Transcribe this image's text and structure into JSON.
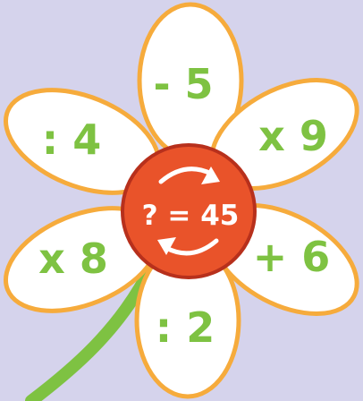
{
  "puzzle": {
    "center_label": "? = 45",
    "petals": [
      {
        "id": "top",
        "label": "- 5"
      },
      {
        "id": "upper-right",
        "label": "x 9"
      },
      {
        "id": "lower-right",
        "label": "+ 6"
      },
      {
        "id": "bottom",
        "label": ": 2"
      },
      {
        "id": "lower-left",
        "label": "x 8"
      },
      {
        "id": "upper-left",
        "label": ": 4"
      }
    ]
  },
  "colors": {
    "background": "#d5d3ec",
    "petal_fill": "#ffffff",
    "petal_outline": "#f6ab3c",
    "operation_text": "#7ec242",
    "stem": "#7ec242",
    "center_fill": "#e9532a",
    "center_outline": "#b7301c",
    "center_text": "#ffffff",
    "arrow": "#ffffff"
  },
  "icons": {
    "center_arrows": "cycle-arrows-icon"
  }
}
